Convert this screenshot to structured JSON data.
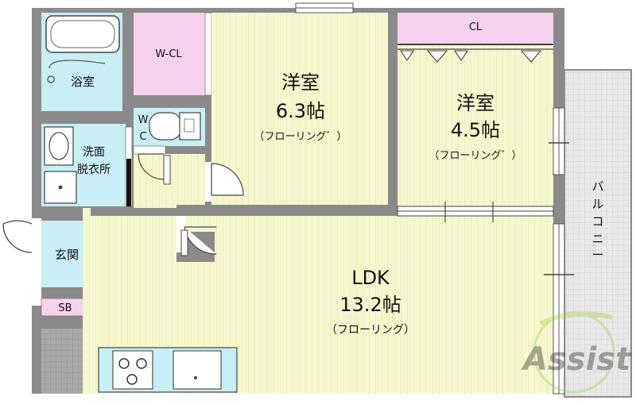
{
  "rooms": {
    "western_a": {
      "name": "洋室",
      "size": "6.3帖",
      "floor": "（フローリング゛）"
    },
    "western_b": {
      "name": "洋室",
      "size": "4.5帖",
      "floor": "（フローリング゛）"
    },
    "ldk": {
      "name": "LDK",
      "size": "13.2帖",
      "floor": "（フローリング）"
    },
    "bath": "浴室",
    "washroom": [
      "洗面",
      "脱衣所"
    ],
    "wc": [
      "W",
      "C"
    ],
    "wcl": "W-CL",
    "cl": "CL",
    "genkan": "玄関",
    "sb": "SB",
    "balcony": [
      "バ",
      "ル",
      "コ",
      "ニ",
      "ー"
    ]
  },
  "watermark": "Assist",
  "colors": {
    "wall": "#8a8a8a",
    "floor": "#f7f7cf",
    "floor_lines": "#e6e6a8",
    "closet": "#f6d2ee",
    "wet_area": "#c8eef6",
    "balcony": "#e9e9e9",
    "tile": "#a9a9a9",
    "kitchen": "#c6effa",
    "watermark": "#9bcc3a"
  }
}
